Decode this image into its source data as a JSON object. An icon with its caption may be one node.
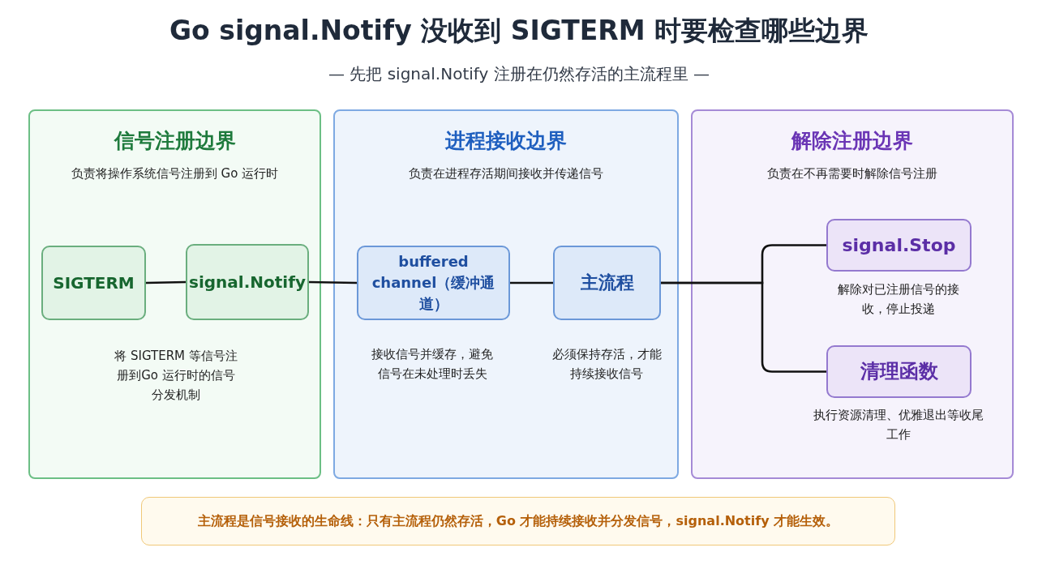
{
  "diagram": {
    "title": "Go signal.Notify 没收到 SIGTERM 时要检查哪些边界",
    "nodes": [
      {
        "text": [
          "信号注册边界",
          "负责将操作系统信号注册到 Go 运行时"
        ]
      },
      {
        "text": [
          "SIGTERM"
        ],
        "in": 0
      },
      {
        "text": [
          "signal.Notify"
        ],
        "in": 0
      },
      {
        "text": [
          "进程接收边界",
          "负责在进程存活期间接收并传递信号"
        ]
      },
      {
        "text": [
          "buffered channel（缓冲通道）"
        ],
        "in": 3,
        "beside": [
          "接收信号并缓存，避免信号在未处理时丢失"
        ]
      },
      {
        "text": [
          "主流程"
        ],
        "in": 3,
        "beside": [
          "必须保持存活，才能持续接收信号"
        ]
      },
      {
        "text": [
          "解除注册边界",
          "负责在不再需要时解除信号注册"
        ]
      },
      {
        "text": [
          "signal.Stop"
        ],
        "in": 6,
        "beside": [
          "解除对已注册信号的接收，停止投递"
        ]
      },
      {
        "text": [
          "清理函数"
        ],
        "in": 6,
        "beside": [
          "执行资源清理、优雅退出等收尾工作"
        ]
      },
      {
        "text": [
          "主流程是信号接收的生命线：只有主流程仍然存活，Go 才能持续接收并分发信号，signal.Notify 才能生效。"
        ]
      }
    ],
    "edges": [
      {
        "from": 1,
        "to": 2,
        "arrow": "none"
      },
      {
        "from": 2,
        "to": 4,
        "arrow": "none"
      },
      {
        "from": 4,
        "to": 5,
        "arrow": "none"
      },
      {
        "from": 5,
        "to": 7,
        "arrow": "none"
      },
      {
        "from": 5,
        "to": 8,
        "arrow": "none"
      }
    ],
    "labels": [
      "— 先把 signal.Notify 注册在仍然存活的主流程里 —",
      "将 SIGTERM 等信号注册到Go 运行时的信号分发机制"
    ]
  }
}
